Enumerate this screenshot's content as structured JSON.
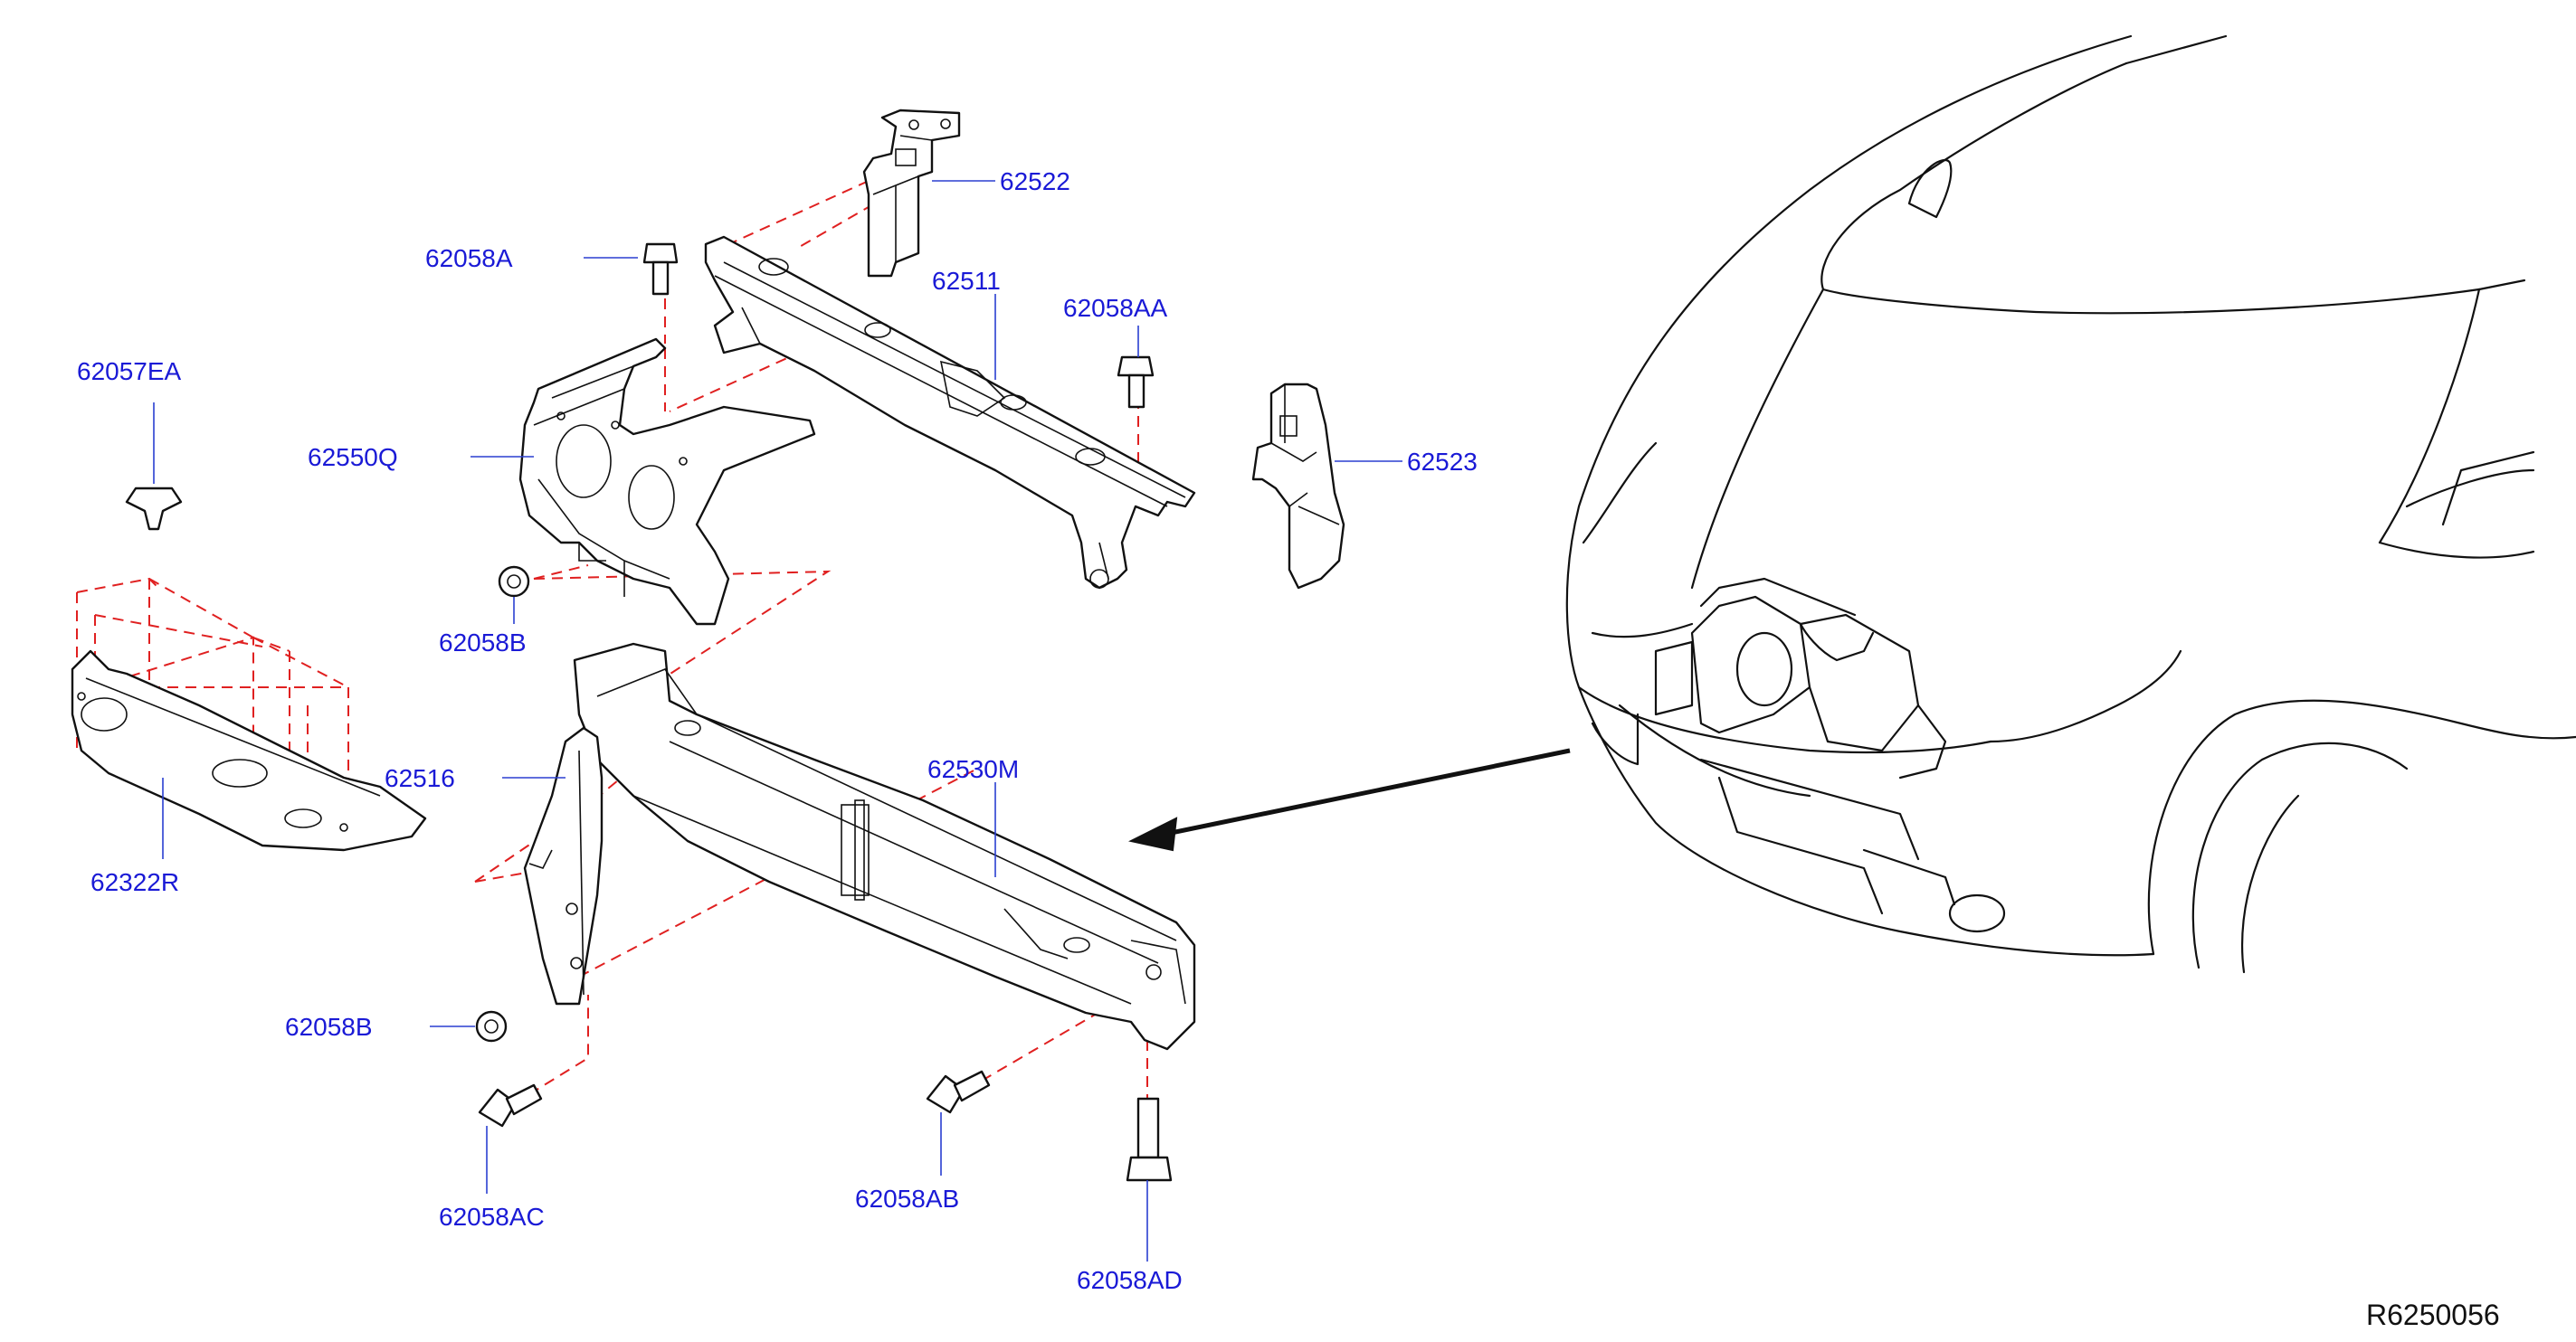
{
  "diagram": {
    "reference_code": "R6250056",
    "colors": {
      "label_text": "#1a1ad6",
      "leader_line": "#2a3fd0",
      "dashed_assembly_line": "#e02020",
      "part_outline": "#111111"
    },
    "parts": [
      {
        "id": "p62522",
        "label": "62522"
      },
      {
        "id": "p62058A",
        "label": "62058A"
      },
      {
        "id": "p62511",
        "label": "62511"
      },
      {
        "id": "p62058AA",
        "label": "62058AA"
      },
      {
        "id": "p62057EA",
        "label": "62057EA"
      },
      {
        "id": "p62550Q",
        "label": "62550Q"
      },
      {
        "id": "p62523",
        "label": "62523"
      },
      {
        "id": "p62058B_top",
        "label": "62058B"
      },
      {
        "id": "p62516",
        "label": "62516"
      },
      {
        "id": "p62530M",
        "label": "62530M"
      },
      {
        "id": "p62322R",
        "label": "62322R"
      },
      {
        "id": "p62058B_bot",
        "label": "62058B"
      },
      {
        "id": "p62058AC",
        "label": "62058AC"
      },
      {
        "id": "p62058AB",
        "label": "62058AB"
      },
      {
        "id": "p62058AD",
        "label": "62058AD"
      }
    ]
  }
}
